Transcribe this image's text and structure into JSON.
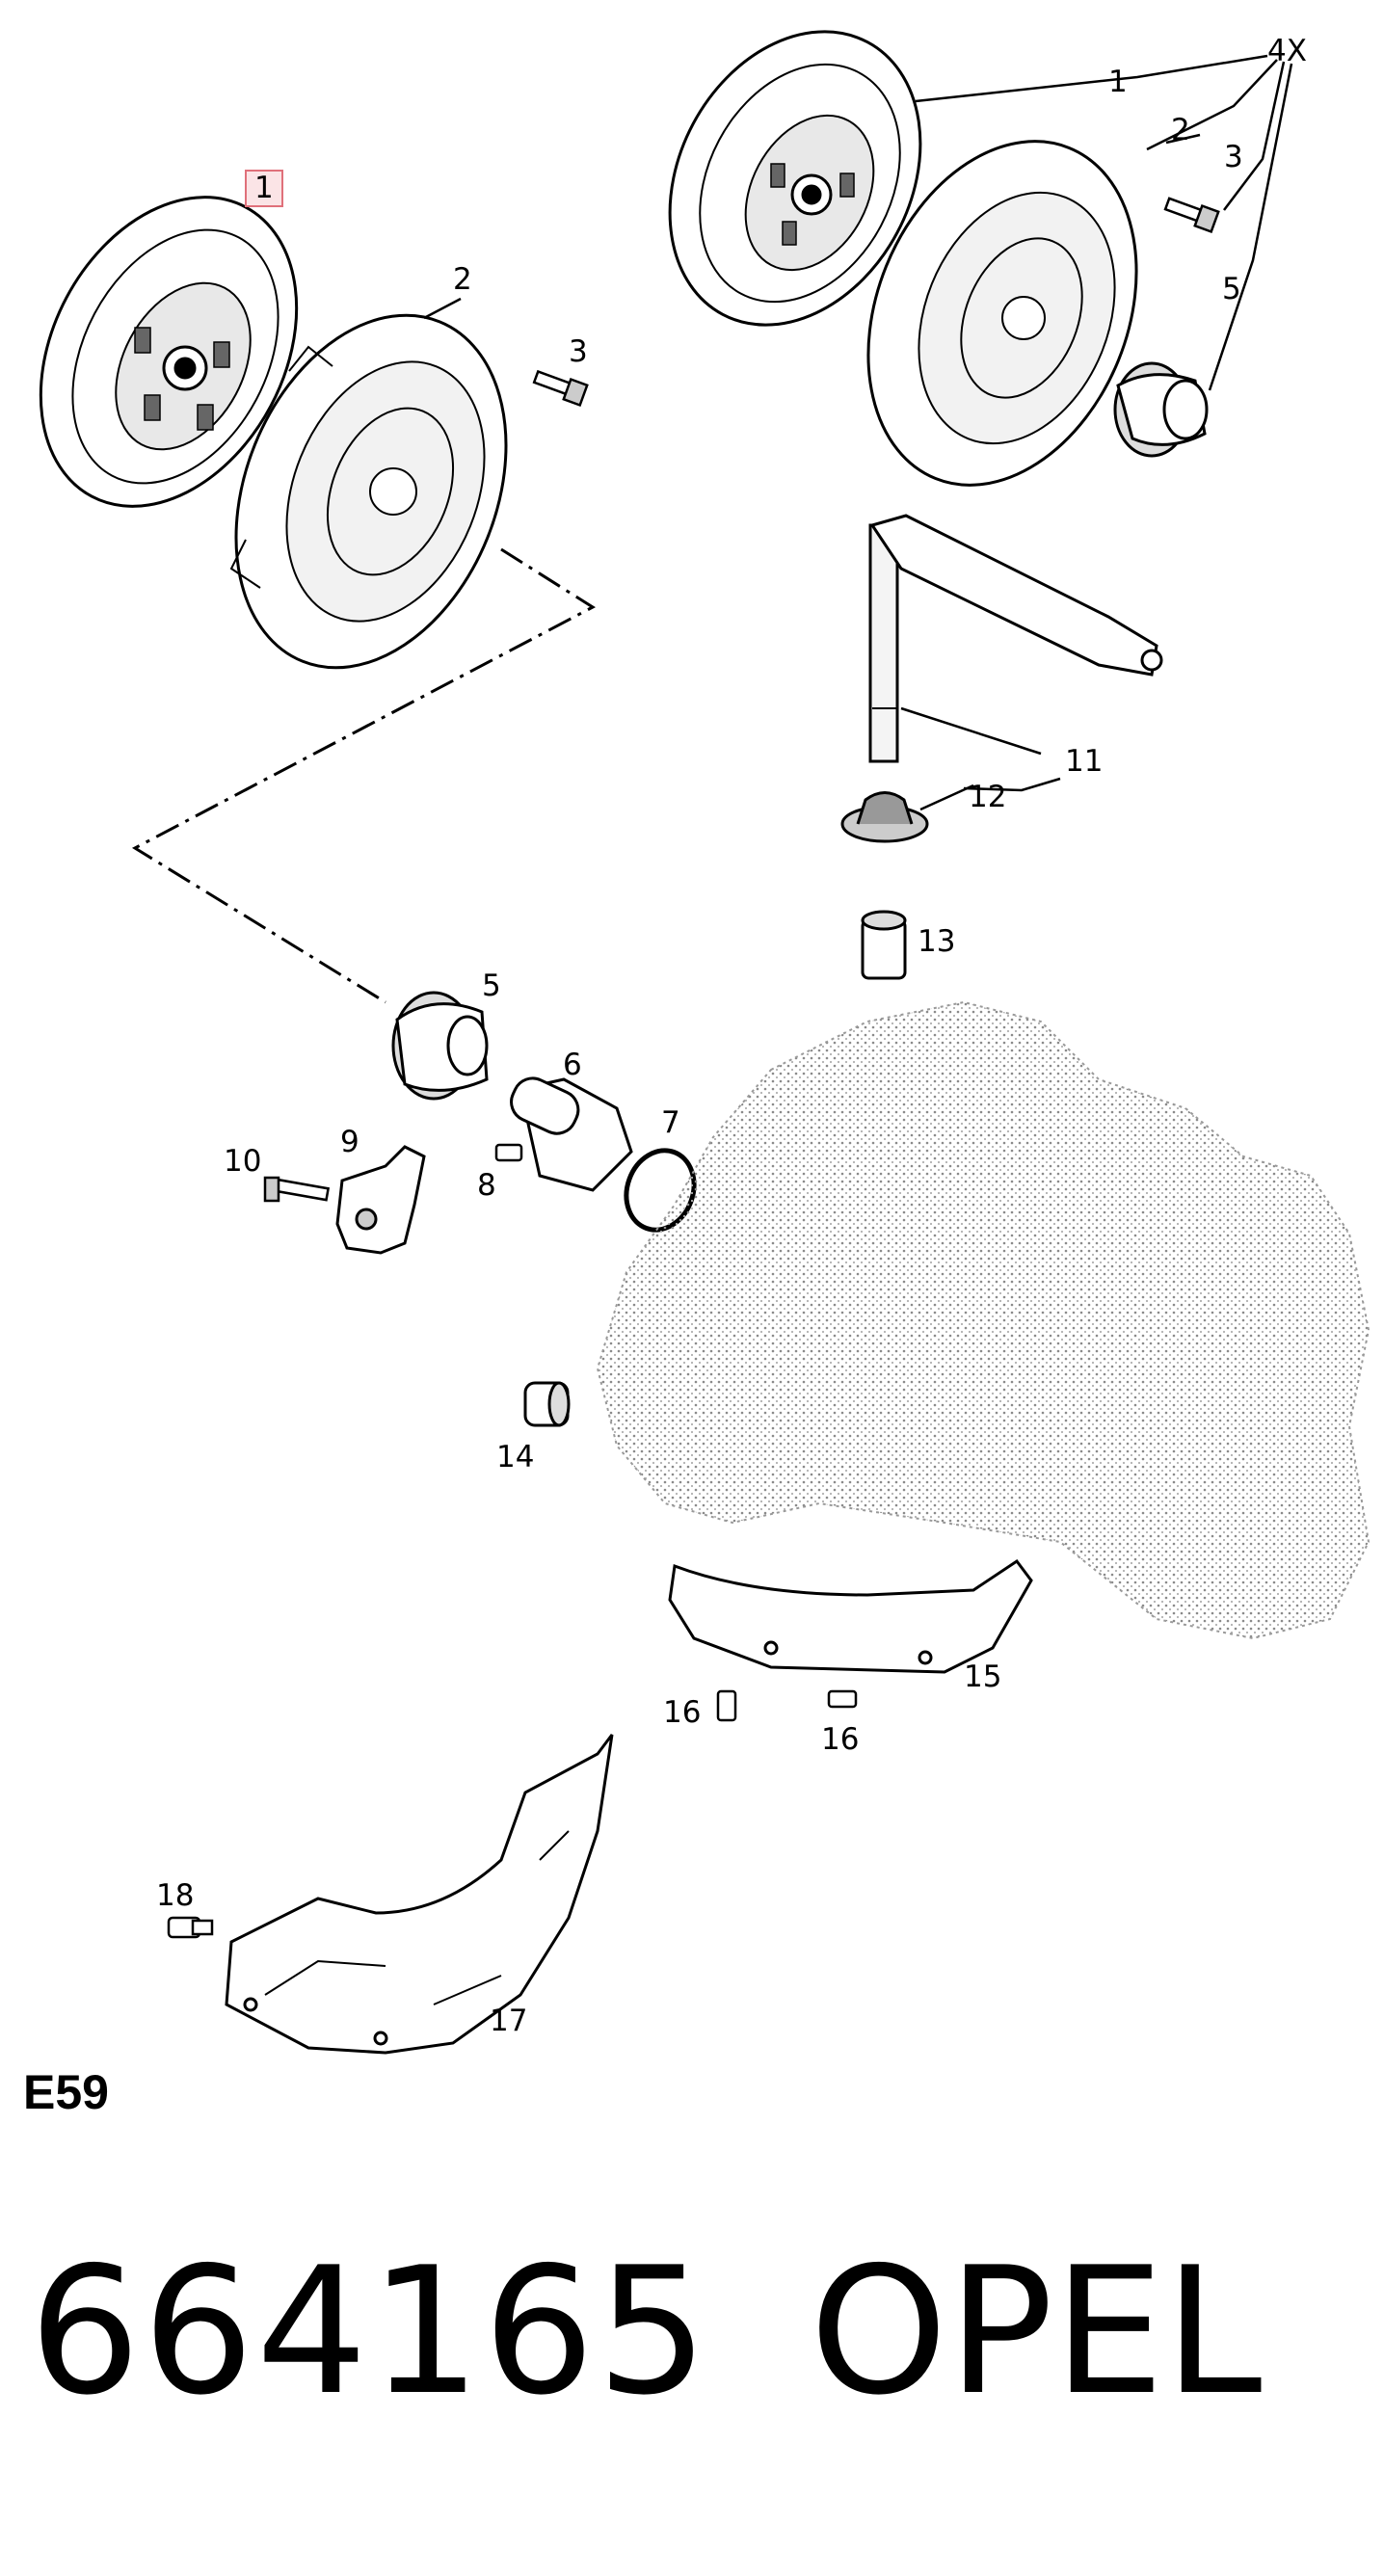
{
  "diagram": {
    "callouts": {
      "c1_top_left": "1",
      "c2_top_left": "2",
      "c3_top_left": "3",
      "c4x": "4X",
      "c1_top_right": "1",
      "c2_top_right": "2",
      "c3_top_right": "3",
      "c5_top_right": "5",
      "c11": "11",
      "c12": "12",
      "c13": "13",
      "c5_mid": "5",
      "c6": "6",
      "c7": "7",
      "c8": "8",
      "c9": "9",
      "c10": "10",
      "c14": "14",
      "c15": "15",
      "c16_left": "16",
      "c16_right": "16",
      "c17": "17",
      "c18": "18"
    },
    "figure_code": "E59"
  },
  "footer": {
    "part_number": "664165",
    "brand": "OPEL"
  }
}
